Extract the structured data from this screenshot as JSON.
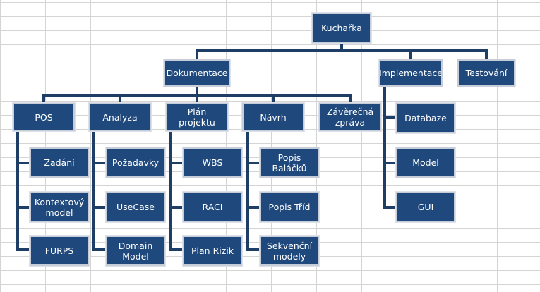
{
  "root": "Kuchařka",
  "level1": {
    "dokumentace": "Dokumentace",
    "implementace": "Implementace",
    "testovani": "Testování"
  },
  "dokumentace": {
    "pos": {
      "label": "POS",
      "children": [
        "Zadání",
        "Kontextový\nmodel",
        "FURPS"
      ]
    },
    "analyza": {
      "label": "Analyza",
      "children": [
        "Požadavky",
        "UseCase",
        "Domain\nModel"
      ]
    },
    "plan": {
      "label": "Plán projektu",
      "children": [
        "WBS",
        "RACI",
        "Plan Rizik"
      ]
    },
    "navrh": {
      "label": "Návrh",
      "children": [
        "Popis Baláčků",
        "Popis Tříd",
        "Sekvenční\nmodely"
      ]
    },
    "zaverecna": {
      "label": "Závěrečná\nzpráva"
    }
  },
  "implementace": {
    "children": [
      "Databaze",
      "Model",
      "GUI"
    ]
  },
  "colors": {
    "box_fill": "#1f497d",
    "box_border": "#c6cdd9",
    "connector": "#1f3e66",
    "grid": "#d4d4d4"
  }
}
